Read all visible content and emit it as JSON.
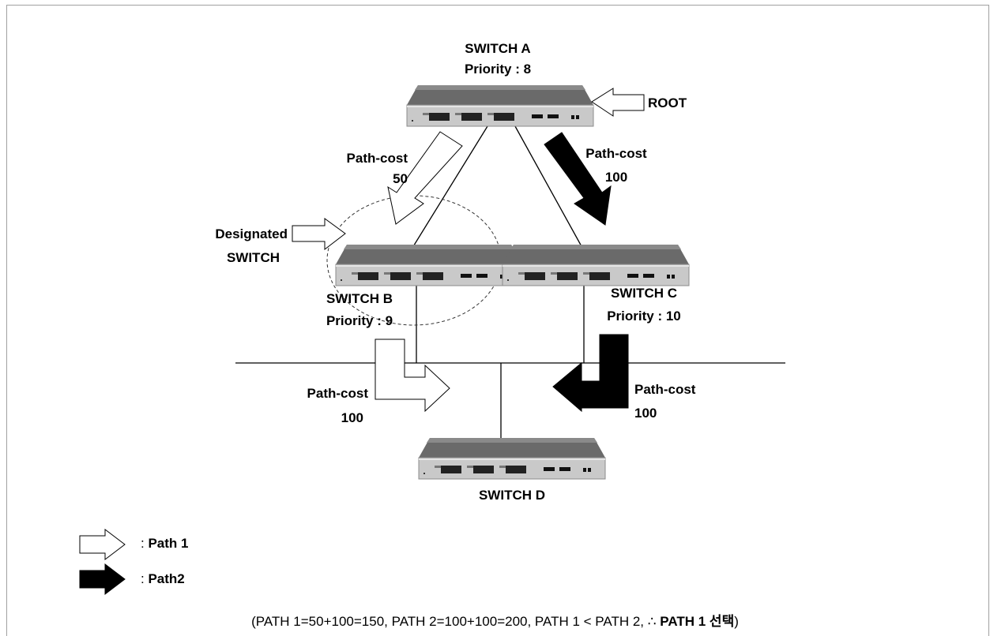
{
  "switches": {
    "a": {
      "name": "SWITCH   A",
      "priority": "Priority : 8",
      "role": "ROOT"
    },
    "b": {
      "name": "SWITCH   B",
      "priority": "Priority : 9",
      "role_line1": "Designated",
      "role_line2": "SWITCH"
    },
    "c": {
      "name": "SWITCH   C",
      "priority": "Priority : 10"
    },
    "d": {
      "name": "SWITCH D"
    }
  },
  "paths": {
    "ab_label": "Path-cost",
    "ab_cost": "50",
    "ac_label": "Path-cost",
    "ac_cost": "100",
    "bd_label": "Path-cost",
    "bd_cost": "100",
    "cd_label": "Path-cost",
    "cd_cost": "100"
  },
  "legend": {
    "path1_prefix": ": ",
    "path1": "Path 1",
    "path2_prefix": ": ",
    "path2": "Path2"
  },
  "formula": {
    "text": "(PATH 1=50+100=150, PATH 2=100+100=200, PATH 1 <   PATH 2,  ∴ ",
    "bold": "PATH 1  선택",
    "close": ")"
  },
  "colors": {
    "path1_fill": "#ffffff",
    "path2_fill": "#000000",
    "switch_body": "#6e6e6e",
    "switch_panel": "#c9c9c9"
  }
}
